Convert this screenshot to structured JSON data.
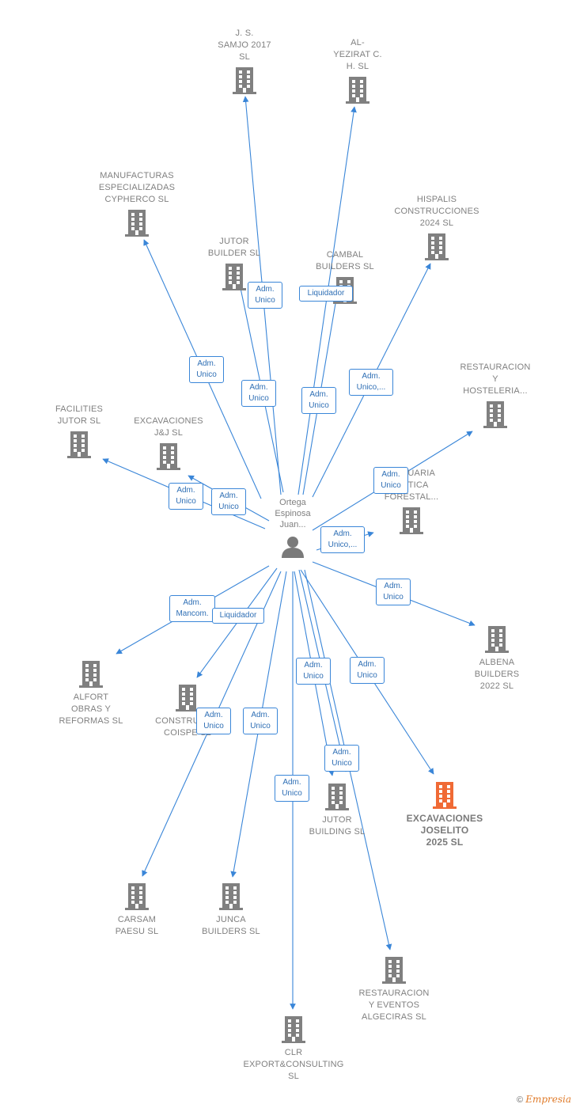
{
  "center": {
    "label": "Ortega\nEspinosa\nJuan...",
    "icon": "person-icon"
  },
  "colors": {
    "edge": "#3a86d8",
    "node": "#808080",
    "highlight": "#f06a35"
  },
  "nodes": [
    {
      "id": "samjo",
      "label": "J.  S.\nSAMJO 2017\nSL"
    },
    {
      "id": "alyezirat",
      "label": "AL-\nYEZIRAT C.\nH.  SL"
    },
    {
      "id": "manufacturas",
      "label": "MANUFACTURAS\nESPECIALIZADAS\nCYPHERCO  SL"
    },
    {
      "id": "hispalis",
      "label": "HISPALIS\nCONSTRUCCIONES\n2024  SL"
    },
    {
      "id": "jutor_builder",
      "label": "JUTOR\nBUILDER  SL"
    },
    {
      "id": "cambal",
      "label": "CAMBAL\nBUILDERS  SL"
    },
    {
      "id": "restauracion_host",
      "label": "RESTAURACION\nY\nHOSTELERIA..."
    },
    {
      "id": "facilities",
      "label": "FACILITIES\nJUTOR  SL"
    },
    {
      "id": "excav_jj",
      "label": "EXCAVACIONES\nJ&J  SL"
    },
    {
      "id": "agropecuaria",
      "label": "...ECUARIA\n...ETICA\nFORESTAL..."
    },
    {
      "id": "albena",
      "label": "ALBENA\nBUILDERS\n2022  SL"
    },
    {
      "id": "alfort",
      "label": "ALFORT\nOBRAS Y\nREFORMAS  SL"
    },
    {
      "id": "construcciones_coispe",
      "label": "CONSTRUCC...\nCOISPE  SL"
    },
    {
      "id": "jutor_building",
      "label": "JUTOR\nBUILDING  SL"
    },
    {
      "id": "excav_joselito",
      "label": "EXCAVACIONES\nJOSELITO\n2025  SL",
      "highlight": true
    },
    {
      "id": "carsam",
      "label": "CARSAM\nPAESU  SL"
    },
    {
      "id": "junca",
      "label": "JUNCA\nBUILDERS  SL"
    },
    {
      "id": "restauracion_eventos",
      "label": "RESTAURACION\nY EVENTOS\nALGECIRAS SL"
    },
    {
      "id": "clr",
      "label": "CLR\nEXPORT&CONSULTING\nSL"
    }
  ],
  "edges": [
    {
      "target": "samjo",
      "label": "Adm.\nUnico"
    },
    {
      "target": "alyezirat",
      "label": "Liquidador"
    },
    {
      "target": "manufacturas",
      "label": "Adm.\nUnico"
    },
    {
      "target": "jutor_builder",
      "label": "Adm.\nUnico"
    },
    {
      "target": "cambal",
      "label": "Adm.\nUnico"
    },
    {
      "target": "hispalis",
      "label": "Adm.\nUnico,..."
    },
    {
      "target": "restauracion_host",
      "label": "Adm.\nUnico"
    },
    {
      "target": "facilities",
      "label": "Adm.\nUnico"
    },
    {
      "target": "excav_jj",
      "label": "Adm.\nUnico"
    },
    {
      "target": "agropecuaria",
      "label": "Adm.\nUnico,..."
    },
    {
      "target": "albena",
      "label": "Adm.\nUnico"
    },
    {
      "target": "alfort",
      "label": "Adm.\nMancom."
    },
    {
      "target": "construcciones_coispe",
      "label": "Liquidador"
    },
    {
      "target": "jutor_building",
      "label": "Adm.\nUnico"
    },
    {
      "target": "jutor_building",
      "label": "Adm.\nUnico"
    },
    {
      "target": "excav_joselito",
      "label": "Adm.\nUnico"
    },
    {
      "target": "carsam",
      "label": "Adm.\nUnico"
    },
    {
      "target": "junca",
      "label": "Adm.\nUnico"
    },
    {
      "target": "clr",
      "label": "Adm.\nUnico"
    },
    {
      "target": "restauracion_eventos",
      "label": ""
    }
  ],
  "footer": {
    "copyright": "©",
    "brand": "Empresia"
  }
}
